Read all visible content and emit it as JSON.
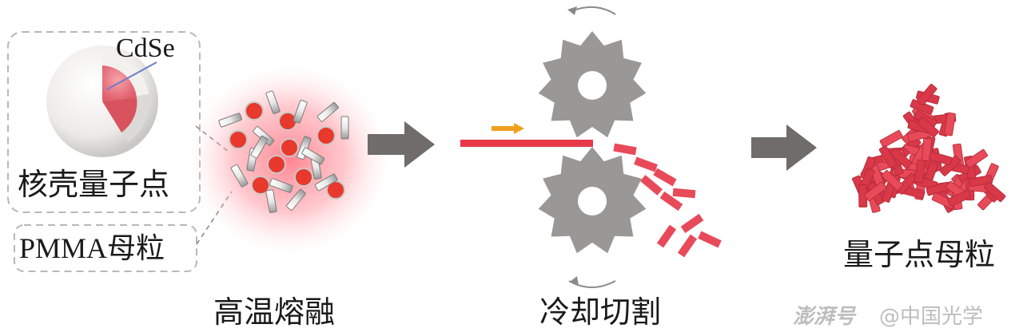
{
  "labels": {
    "cdse": "CdSe",
    "core_shell_qd": "核壳量子点",
    "pmma_pellet": "PMMA母粒",
    "high_temp_melt": "高温熔融",
    "cooling_cutting": "冷却切割",
    "qd_masterbatch": "量子点母粒"
  },
  "watermark": {
    "brand": "澎湃号",
    "source": "@中国光学"
  },
  "colors": {
    "red": "#e8394a",
    "pink_red": "#e84a5a",
    "gear_gray": "#9a9896",
    "arrow_gray": "#6f6c6a",
    "orange": "#f0a020"
  }
}
